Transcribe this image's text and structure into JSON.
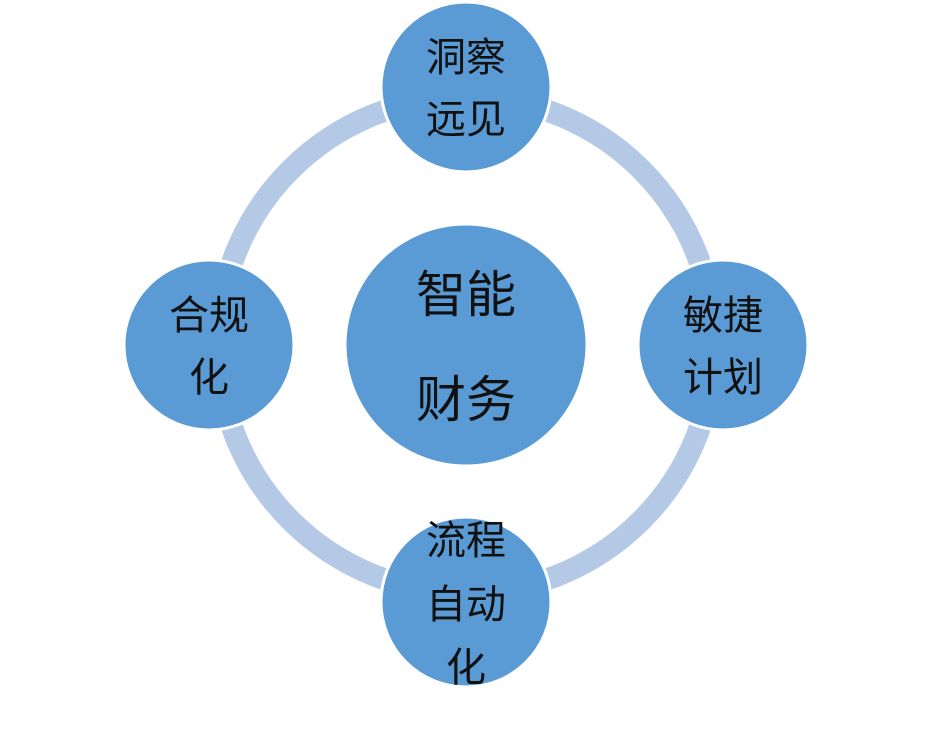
{
  "diagram": {
    "center": {
      "lines": [
        "智能",
        "财务"
      ]
    },
    "nodes": [
      {
        "id": "top",
        "lines": [
          "洞察",
          "远见"
        ]
      },
      {
        "id": "right",
        "lines": [
          "敏捷",
          "计划"
        ]
      },
      {
        "id": "bottom",
        "lines": [
          "流程",
          "自动化"
        ]
      },
      {
        "id": "left",
        "lines": [
          "合规",
          "化"
        ]
      }
    ],
    "colors": {
      "node_fill": "#5b9bd5",
      "ring": "#b4c9e6",
      "node_border": "#ffffff",
      "text": "#111111"
    }
  }
}
